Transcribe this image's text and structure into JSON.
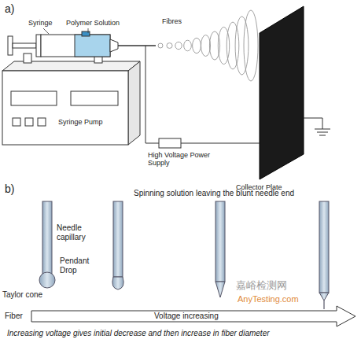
{
  "diagram": {
    "labels": [
      "a)",
      "Syringe",
      "Polymer Solution",
      "Fibres",
      "Syringe Pump",
      "High Voltage Power Supply",
      "Collector Plate",
      "b)",
      "Spinning solution leaving the blunt needle end",
      "Needle capillary",
      "Pendant Drop",
      "Taylor cone",
      "Fiber",
      "Voltage increasing",
      "Increasing voltage gives initial decrease and then increase in fiber diameter",
      "嘉峪检测网",
      "AnyTesting.com"
    ]
  }
}
